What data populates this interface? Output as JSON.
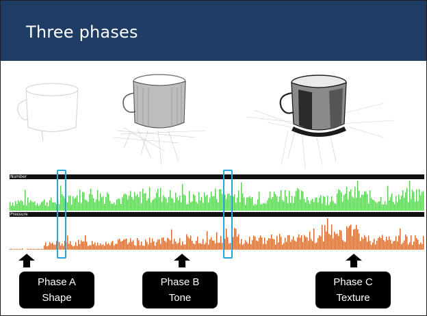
{
  "slide": {
    "title": "Three phases"
  },
  "tracks": {
    "number_label": "Number",
    "pressure_label": "Pressure"
  },
  "phases": [
    {
      "line1": "Phase A",
      "line2": "Shape"
    },
    {
      "line1": "Phase B",
      "line2": "Tone"
    },
    {
      "line1": "Phase C",
      "line2": "Texture"
    }
  ],
  "colors": {
    "title_bar": "#1f3c64",
    "number_bars": "#3ddc34",
    "pressure_bars": "#ee5a08",
    "highlight": "#27a5dc"
  },
  "icons": [
    "up-arrow-icon"
  ]
}
